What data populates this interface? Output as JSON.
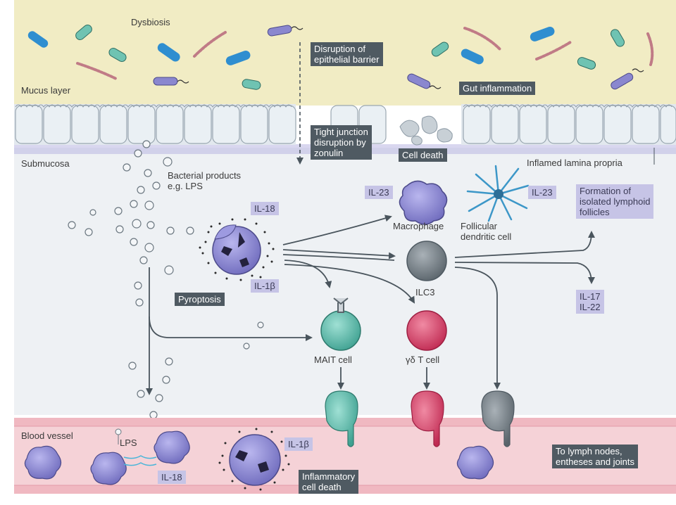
{
  "labels": {
    "dysbiosis": "Dysbiosis",
    "mucus_layer": "Mucus layer",
    "submucosa": "Submucosa",
    "disruption": "Disruption of\nepithelial barrier",
    "tight_junction": "Tight junction\ndisruption by\nzonulin",
    "gut_inflammation": "Gut inflammation",
    "cell_death": "Cell death",
    "inflamed_lamina": "Inflamed lamina propria",
    "bacterial_products": "Bacterial products\ne.g. LPS",
    "il23_left": "IL-23",
    "macrophage": "Macrophage",
    "follicular": "Follicular\ndendritic cell",
    "il23_right": "IL-23",
    "lymphoid": "Formation of\nisolated lymphoid\nfollicles",
    "il18_top": "IL-18",
    "il1b_top": "IL-1β",
    "pyroptosis": "Pyroptosis",
    "ilc3": "ILC3",
    "il17_22": "IL-17\nIL-22",
    "mait": "MAIT cell",
    "gdt": "γδ T cell",
    "blood_vessel": "Blood vessel",
    "lps": "LPS",
    "il18_bottom": "IL-18",
    "il1b_bottom": "IL-1β",
    "inflammatory_death": "Inflammatory\ncell death",
    "to_lymph": "To lymph nodes,\nentheses and joints"
  },
  "colors": {
    "lumen": "#f1ecc4",
    "epithelium": "#dfe6ec",
    "basement": "#b9b6e2",
    "lamina": "#eef1f4",
    "vessel": "#f5d2d7",
    "vessel_wall": "#f0b8c1",
    "dark_box": "#4f5a62",
    "purple_box": "#c6c4e6",
    "arrow": "#4a555d",
    "teal_cell": "#5fbfae",
    "pink_cell": "#d23f63",
    "grey_cell": "#6e7880",
    "purple_cell": "#8b87d0"
  }
}
